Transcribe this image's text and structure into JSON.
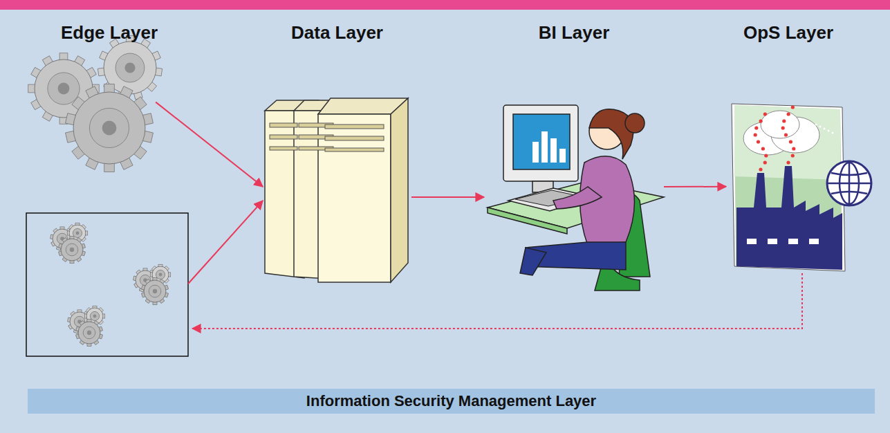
{
  "diagram": {
    "nodes": [
      {
        "text": [
          "Edge Layer"
        ]
      },
      {
        "text": [
          "Data Layer"
        ]
      },
      {
        "text": [
          "BI Layer"
        ]
      },
      {
        "text": [
          "OpS Layer"
        ]
      },
      {
        "text": [
          "Information Security Management Layer"
        ]
      }
    ],
    "edges": [
      {
        "from": 0,
        "to": 1,
        "arrow": "to"
      },
      {
        "from": 0,
        "to": 1,
        "arrow": "to"
      },
      {
        "from": 1,
        "to": 2,
        "arrow": "to"
      },
      {
        "from": 2,
        "to": 3,
        "arrow": "to"
      },
      {
        "from": 3,
        "to": 0,
        "arrow": "to"
      }
    ]
  }
}
